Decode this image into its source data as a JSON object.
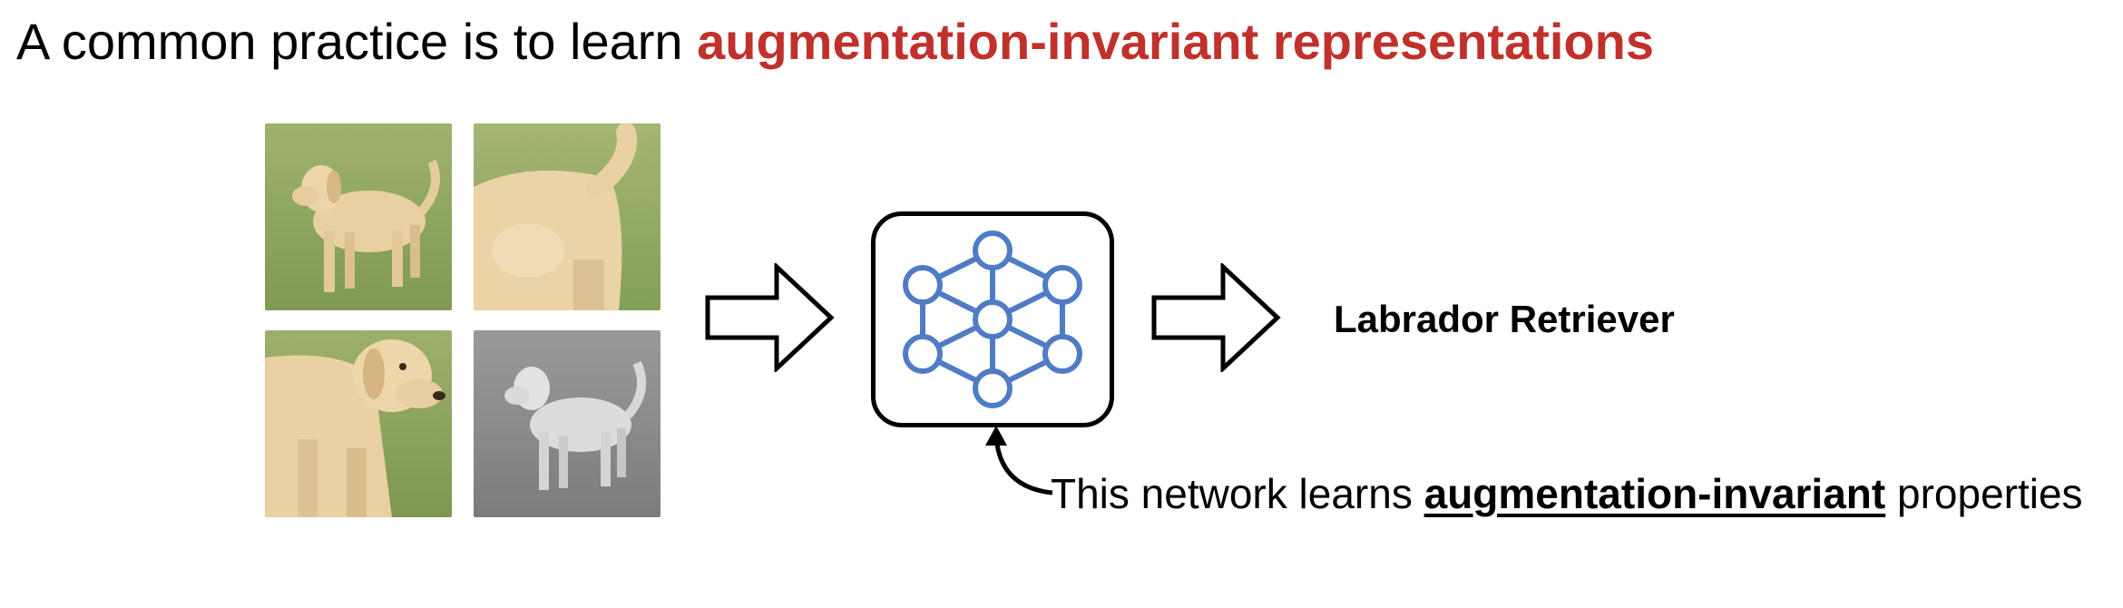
{
  "headline": {
    "prefix": "A common practice is to learn ",
    "emphasis": "augmentation-invariant representations"
  },
  "output_label": "Labrador Retriever",
  "caption": {
    "prefix": "This network learns ",
    "emphasis": "augmentation-invariant",
    "suffix": " properties"
  },
  "colors": {
    "emphasis": "#c0312b",
    "network": "#4f7cc4",
    "grass": "#8da55f",
    "fur": "#e6cfa0"
  },
  "images": [
    {
      "name": "full-view"
    },
    {
      "name": "tail-crop"
    },
    {
      "name": "head-crop"
    },
    {
      "name": "grayscale"
    }
  ]
}
